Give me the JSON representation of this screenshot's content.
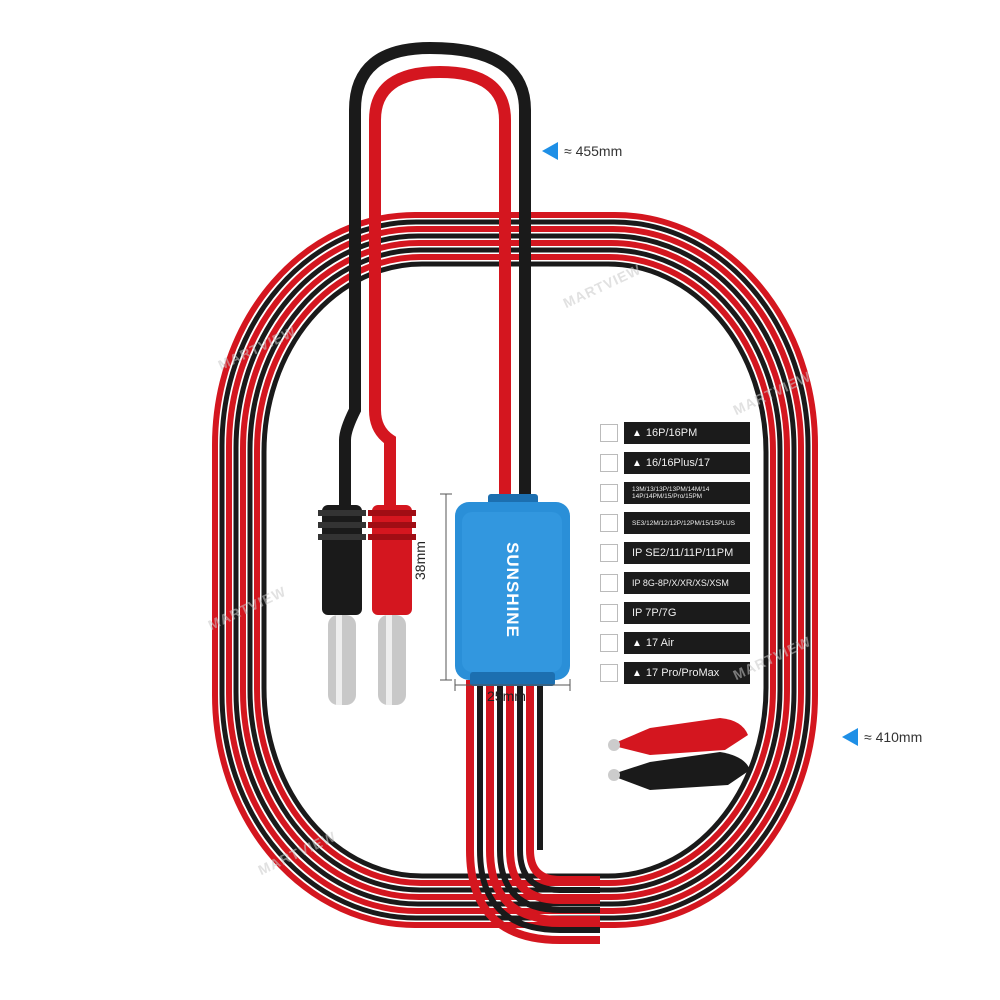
{
  "brand": "SUNSHINE",
  "watermark": "MARTVIEW",
  "dimensions": {
    "top_length": "≈ 455mm",
    "side_length": "≈ 410mm",
    "block_height": "38mm",
    "block_width": "25mm"
  },
  "cable_strips": [
    {
      "label": "16P/16PM",
      "arrow": "▲"
    },
    {
      "label": "16/16Plus/17",
      "arrow": "▲"
    },
    {
      "label": "13M/13/13P/13PM/14M/14 14P/14PM/15/Pro/15PM",
      "arrow": ""
    },
    {
      "label": "SE3/12M/12/12P/12PM/15/15PLUS",
      "arrow": ""
    },
    {
      "label": "IP SE2/11/11P/11PM",
      "arrow": ""
    },
    {
      "label": "IP 8G-8P/X/XR/XS/XSM",
      "arrow": ""
    },
    {
      "label": "IP 7P/7G",
      "arrow": ""
    },
    {
      "label": "17 Air",
      "arrow": "▲"
    },
    {
      "label": "17 Pro/ProMax",
      "arrow": "▲"
    }
  ],
  "colors": {
    "red": "#d4161f",
    "black": "#1a1a1a",
    "blue": "#2a8fd8",
    "accent_arrow": "#1e8fe6"
  }
}
